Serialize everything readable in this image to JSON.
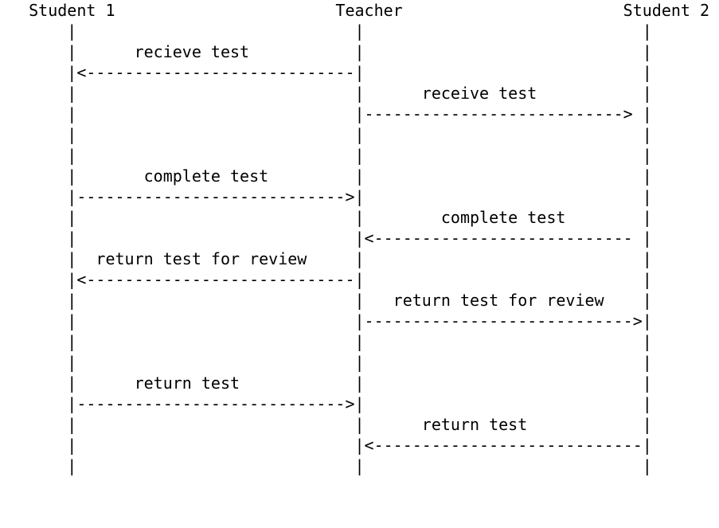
{
  "diagram": {
    "lines": [
      "   Student 1                       Teacher                       Student 2",
      "       |                             |                             |",
      "       |      recieve test           |                             |",
      "       |<----------------------------|                             |",
      "       |                             |      receive test           |",
      "       |                             |---------------------------> |",
      "       |                             |                             |",
      "       |                             |                             |",
      "       |       complete test         |                             |",
      "       |---------------------------->|                             |",
      "       |                             |        complete test        |",
      "       |                             |<--------------------------- |",
      "       |  return test for review     |                             |",
      "       |<----------------------------|                             |",
      "       |                             |   return test for review    |",
      "       |                             |---------------------------->|",
      "       |                             |                             |",
      "       |                             |                             |",
      "       |      return test            |                             |",
      "       |---------------------------->|                             |",
      "       |                             |      return test            |",
      "       |                             |<----------------------------|",
      "       |                             |                             |"
    ]
  }
}
